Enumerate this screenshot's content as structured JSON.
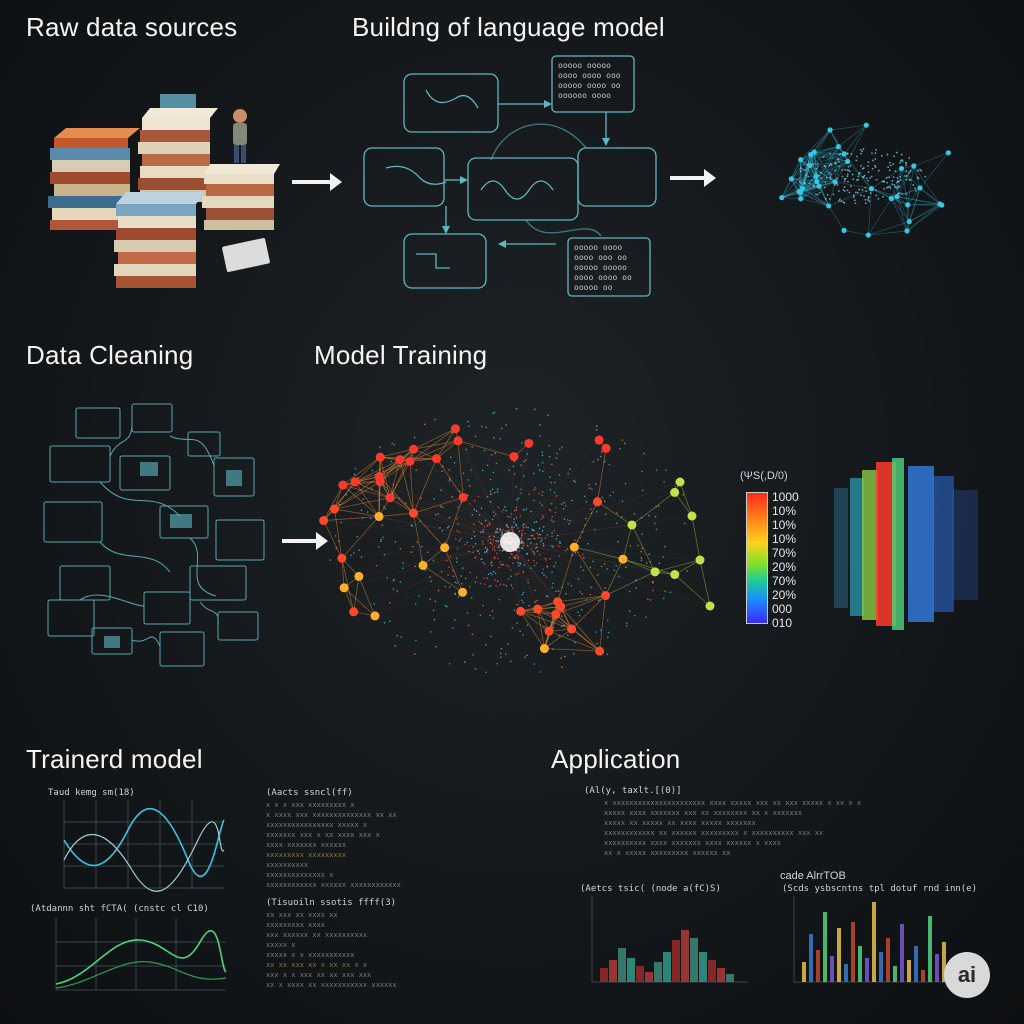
{
  "headings": {
    "raw_data": "Raw data sources",
    "building": "Buildng of language model",
    "cleaning": "Data Cleaning",
    "training": "Model Training",
    "trained": "Trainerd model",
    "application": "Application"
  },
  "legend": {
    "title": "(ΨS(,D/0)",
    "ticks": [
      "1000",
      "10%",
      "10%",
      "10%",
      "70%",
      "20%",
      "70%",
      "20%",
      "000",
      "010"
    ]
  },
  "trained_panel": {
    "chart1_title": "Taud kemg sm(18)",
    "chart2_title": "(Atdannn sht fCTA( (cnstc cl C10)",
    "code1_title": "(Aacts ssncl(ff)",
    "code2_title": "(Tisuoiln ssotis ffff(3)"
  },
  "application_panel": {
    "code_title": "(Al(y, taxlt.[(0)]",
    "chart1_title": "(Aetcs tsic( (node a(fC)S)",
    "chart2_title": "(Scds ysbscntns tpl dotuf rnd inn(e)",
    "side_label": "cade AlrrTOB"
  },
  "badge": "ai",
  "icons": [
    "arrow-right-icon",
    "person-figure-icon",
    "book-stack-icon",
    "neural-network-icon",
    "color-scale-legend-icon",
    "badge-icon"
  ],
  "colors": {
    "background": "#14181b",
    "cyan": "#35c8e6",
    "diagram_line": "#5fb7c4",
    "hot": "#ff4a2a",
    "warm": "#ffb02a"
  }
}
